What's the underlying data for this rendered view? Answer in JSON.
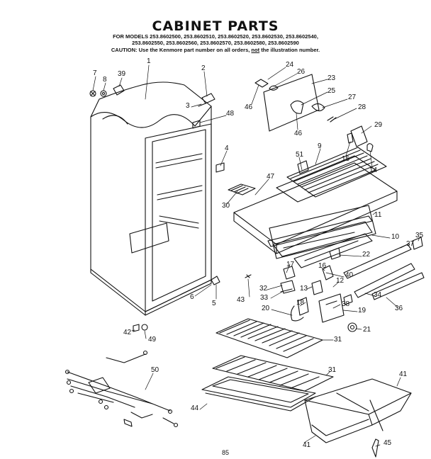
{
  "header": {
    "title": "CABINET PARTS",
    "models_line1": "FOR MODELS 253.8602500, 253.8602510, 253.8602520, 253.8602530, 253.8602540,",
    "models_line2": "253.8602550, 253.8602560, 253.8602570, 253.8602580, 253.8602590",
    "caution_prefix": "CAUTION: Use the Kenmore part number on all orders,",
    "caution_not": "not",
    "caution_suffix": "the illustration number."
  },
  "page_number": "85",
  "callouts": [
    "7",
    "8",
    "39",
    "1",
    "2",
    "3",
    "48",
    "4",
    "30",
    "47",
    "9",
    "51",
    "24",
    "26",
    "46",
    "23",
    "25",
    "27",
    "28",
    "46",
    "29",
    "15",
    "14",
    "11",
    "10",
    "35",
    "37",
    "22",
    "40",
    "17",
    "16",
    "32",
    "33",
    "13",
    "12",
    "38",
    "43",
    "18",
    "20",
    "19",
    "21",
    "34",
    "36",
    "6",
    "5",
    "42",
    "49",
    "31",
    "31",
    "44",
    "41",
    "41",
    "45",
    "50"
  ]
}
